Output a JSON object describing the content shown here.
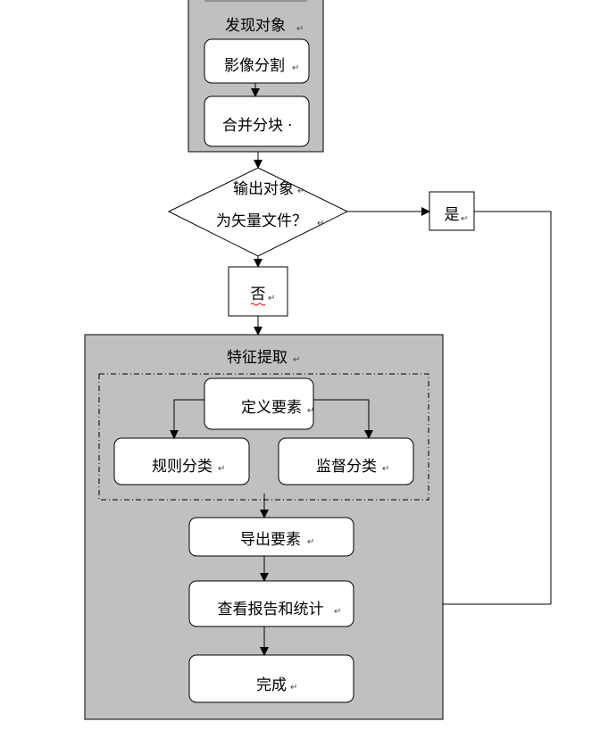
{
  "find_objects": {
    "title": "发现对象",
    "segment": "影像分割",
    "merge": "合并分块"
  },
  "decision": {
    "line1": "输出对象",
    "line2": "为矢量文件？",
    "yes": "是",
    "no": "否"
  },
  "feature_extraction": {
    "title": "特征提取",
    "define": "定义要素",
    "rule_classify": "规则分类",
    "supervised_classify": "监督分类",
    "export": "导出要素",
    "report": "查看报告和统计",
    "done": "完成"
  },
  "marks": {
    "paragraph": "↵"
  },
  "colors": {
    "container_fill": "#c0c0c0",
    "box_fill": "#ffffff",
    "stroke": "#000000",
    "spell_underline": "#ff0000"
  }
}
